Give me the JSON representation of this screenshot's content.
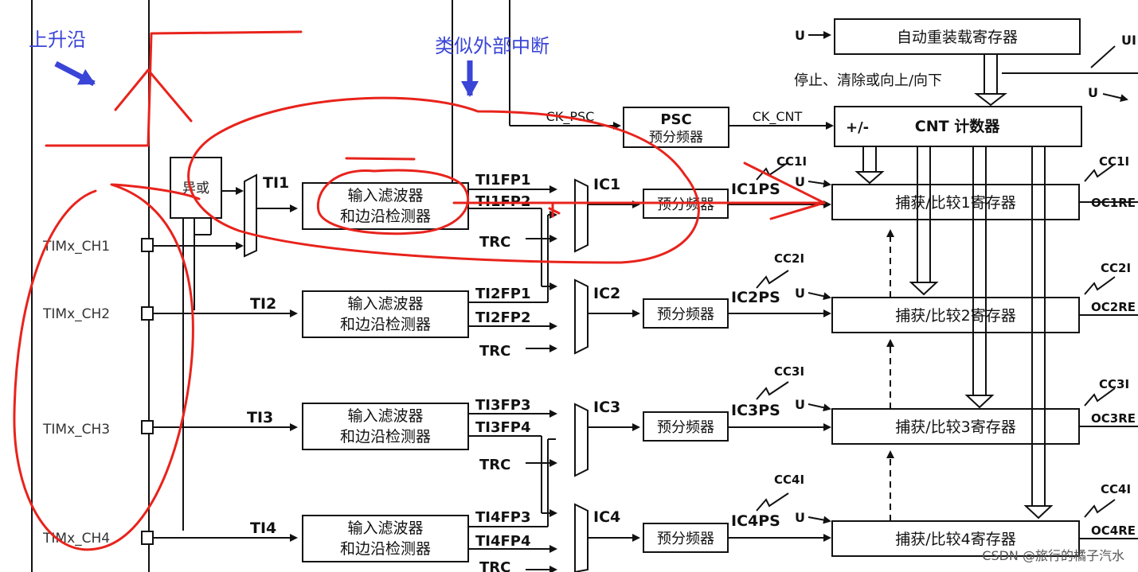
{
  "annotations": {
    "rising_edge": "上升沿",
    "like_external_interrupt": "类似外部中断"
  },
  "xor_label": "异或",
  "channels": [
    "TIMx_CH1",
    "TIMx_CH2",
    "TIMx_CH3",
    "TIMx_CH4"
  ],
  "ti_labels": [
    "TI1",
    "TI2",
    "TI3",
    "TI4"
  ],
  "filter": {
    "line1": "输入滤波器",
    "line2": "和边沿检测器"
  },
  "fp_labels": [
    [
      "TI1FP1",
      "TI1FP2"
    ],
    [
      "TI2FP1",
      "TI2FP2"
    ],
    [
      "TI3FP3",
      "TI3FP4"
    ],
    [
      "TI4FP3",
      "TI4FP4"
    ]
  ],
  "trc": "TRC",
  "ic_labels": [
    "IC1",
    "IC2",
    "IC3",
    "IC4"
  ],
  "prescaler": "预分频器",
  "icps_labels": [
    "IC1PS",
    "IC2PS",
    "IC3PS",
    "IC4PS"
  ],
  "cci_labels": [
    "CC1I",
    "CC2I",
    "CC3I",
    "CC4I"
  ],
  "u_label": "U",
  "ui_label": "UI",
  "capture_regs": [
    "捕获/比较1寄存器",
    "捕获/比较2寄存器",
    "捕获/比较3寄存器",
    "捕获/比较4寄存器"
  ],
  "oc_labels": [
    "OC1RE",
    "OC2RE",
    "OC3RE",
    "OC4RE"
  ],
  "auto_reload": "自动重装载寄存器",
  "stop_text": "停止、清除或向上/向下",
  "ck_psc": "CK_PSC",
  "psc": {
    "title": "PSC",
    "sub": "预分频器"
  },
  "ck_cnt": "CK_CNT",
  "cnt": {
    "sign": "+/-",
    "title": "CNT 计数器"
  },
  "watermark": "CSDN @旅行的橘子汽水",
  "colors": {
    "annotation_red": "#e8231c",
    "annotation_blue": "#3a44d6",
    "line": "#111111"
  }
}
